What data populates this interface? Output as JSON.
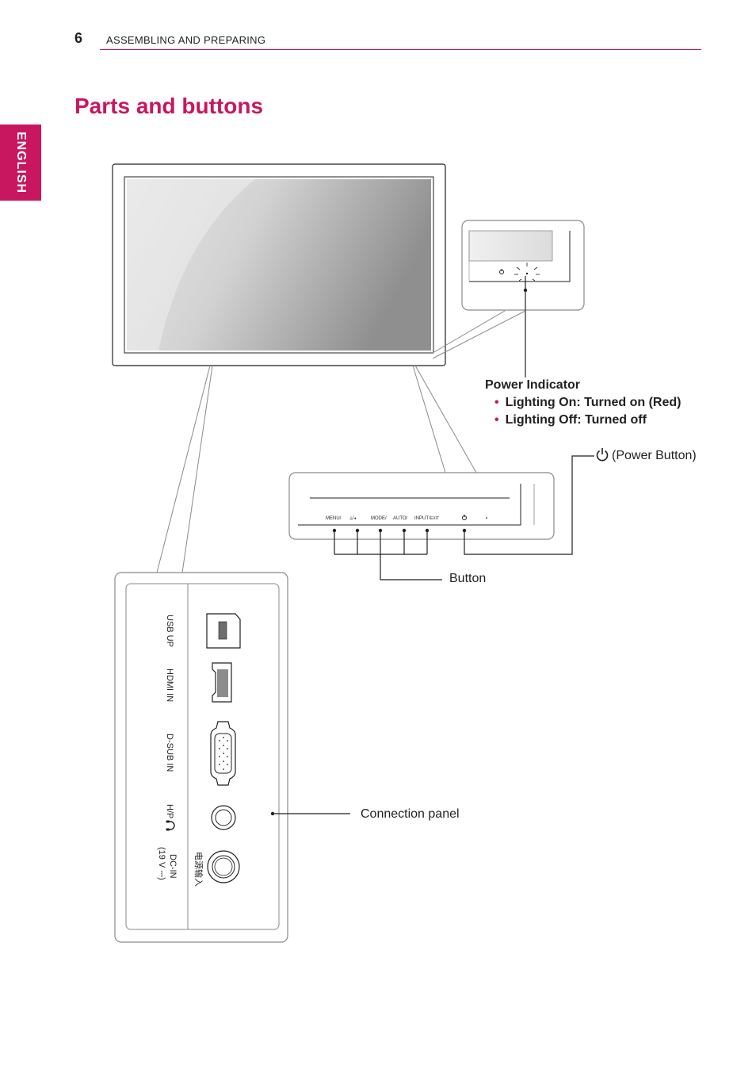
{
  "header": {
    "page_number": "6",
    "section": "ASSEMBLING AND PREPARING"
  },
  "side_tab": {
    "label": "ENGLISH"
  },
  "title": "Parts and buttons",
  "callouts": {
    "power_indicator": {
      "title": "Power Indicator",
      "items": [
        "Lighting On: Turned on (Red)",
        "Lighting Off: Turned off"
      ]
    },
    "power_button": "(Power Button)",
    "button": "Button",
    "connection_panel": "Connection panel"
  },
  "front_buttons": [
    "MENU/",
    "",
    "MODE/",
    "AUTO/",
    "INPUT/",
    "EXIT"
  ],
  "ports": [
    "USB UP",
    "HDMI IN",
    "D-SUB IN",
    "H/P",
    "DC-IN",
    "(19 V ⎓)",
    "电源输入"
  ],
  "colors": {
    "accent": "#c8175e",
    "line": "#231f20",
    "outline": "#8a8a8a"
  },
  "icons": [
    "power-icon",
    "headphone-icon"
  ]
}
